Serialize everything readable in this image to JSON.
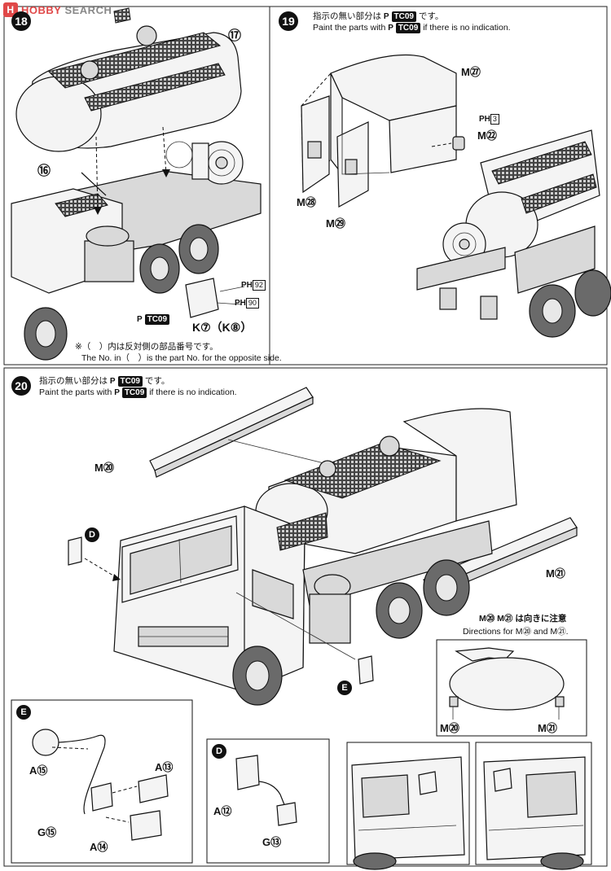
{
  "logo": {
    "brand_a": "HOBBY",
    "brand_b": "SEARCH",
    "mark": "H"
  },
  "steps": {
    "s18": {
      "number": "18",
      "labels": {
        "p17": "⑰",
        "p16": "⑯",
        "k": "K⑦（K⑧）"
      },
      "paints": {
        "a": "92",
        "b": "90",
        "chip": "TC09"
      },
      "note_jp": "※（　）内は反対側の部品番号です。",
      "note_en": "The No. in（　）is the part No. for the opposite side."
    },
    "s19": {
      "number": "19",
      "instr_jp_pre": "指示の無い部分は",
      "instr_jp_post": "です。",
      "instr_en_pre": "Paint the parts with",
      "instr_en_post": "if there is no indication.",
      "chip": "TC09",
      "labels": {
        "m27": "M㉗",
        "m22": "M㉒",
        "m28": "M㉘",
        "m29": "M㉙"
      },
      "paint_ph3": "3"
    },
    "s20": {
      "number": "20",
      "instr_jp_pre": "指示の無い部分は",
      "instr_jp_post": "です。",
      "instr_en_pre": "Paint the parts with",
      "instr_en_post": "if there is no indication.",
      "chip": "TC09",
      "labels": {
        "m20": "M⑳",
        "m21": "M㉑",
        "d": "D",
        "e": "E"
      },
      "direction_jp": "M⑳ M㉑ は向きに注意",
      "direction_en": "Directions for M⑳ and M㉑.",
      "inset_labels": {
        "m20": "M⑳",
        "m21": "M㉑"
      }
    },
    "detail_e": {
      "badge": "E",
      "labels": {
        "a15": "A⑮",
        "a13": "A⑬",
        "g75": "G⑮",
        "a14": "A⑭"
      }
    },
    "detail_d": {
      "badge": "D",
      "labels": {
        "a12": "A⑫",
        "g73": "G⑬"
      }
    }
  },
  "paint_prefix": {
    "p": "P",
    "ph": "PH"
  }
}
